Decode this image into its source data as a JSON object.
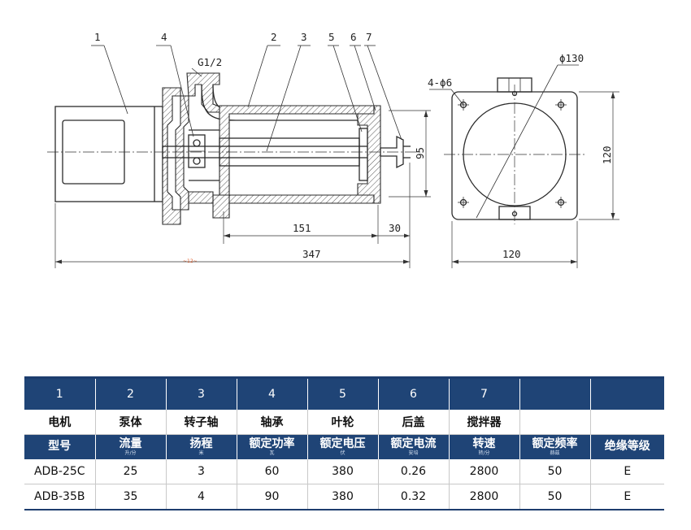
{
  "drawing": {
    "part_numbers": [
      "1",
      "4",
      "2",
      "3",
      "5",
      "6",
      "7"
    ],
    "thread_label": "G1/2",
    "hole_label": "4-ϕ6",
    "circle_label": "ϕ130",
    "dims": {
      "d151": "151",
      "d30": "30",
      "d347": "347",
      "d95": "95",
      "d120_bottom": "120",
      "d120_right": "120",
      "d12": "~12~"
    }
  },
  "table": {
    "part_row": [
      "1",
      "2",
      "3",
      "4",
      "5",
      "6",
      "7",
      "",
      ""
    ],
    "part_names": [
      "电机",
      "泵体",
      "转子轴",
      "轴承",
      "叶轮",
      "后盖",
      "搅拌器",
      "",
      ""
    ],
    "headers": [
      {
        "name": "型号",
        "unit": ""
      },
      {
        "name": "流量",
        "unit": "升/分"
      },
      {
        "name": "扬程",
        "unit": "米"
      },
      {
        "name": "额定功率",
        "unit": "瓦"
      },
      {
        "name": "额定电压",
        "unit": "伏"
      },
      {
        "name": "额定电流",
        "unit": "安培"
      },
      {
        "name": "转速",
        "unit": "转/分"
      },
      {
        "name": "额定频率",
        "unit": "赫兹"
      },
      {
        "name": "绝缘等级",
        "unit": ""
      }
    ],
    "rows": [
      [
        "ADB-25C",
        "25",
        "3",
        "60",
        "380",
        "0.26",
        "2800",
        "50",
        "E"
      ],
      [
        "ADB-35B",
        "35",
        "4",
        "90",
        "380",
        "0.32",
        "2800",
        "50",
        "E"
      ]
    ]
  },
  "colors": {
    "header_blue": "#1f4476",
    "line": "#2b2b2b"
  }
}
